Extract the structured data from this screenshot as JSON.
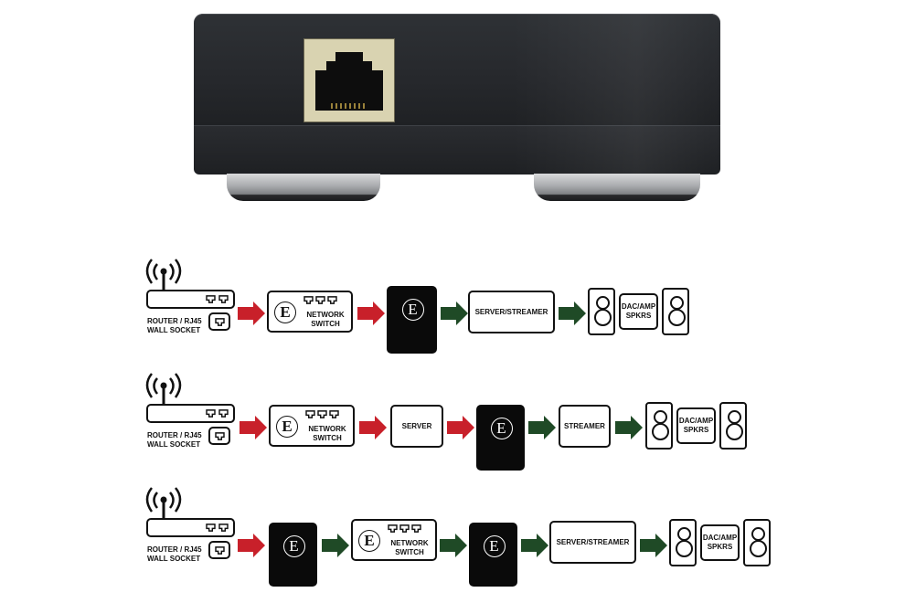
{
  "device_photo": {
    "description": "Black network isolator device with RJ45 port and two silver feet",
    "port_icon": "rj45-port-icon"
  },
  "colors": {
    "red_arrow": "#c8202a",
    "green_arrow": "#1f4a26",
    "device_black": "#0a0a0a"
  },
  "diagrams": [
    {
      "router_label_line1": "ROUTER / RJ45",
      "router_label_line2": "WALL SOCKET",
      "switch_label_line1": "NETWORK",
      "switch_label_line2": "SWITCH",
      "server_label": "SERVER/STREAMER",
      "dac_label_line1": "DAC/AMP",
      "dac_label_line2": "SPKRS",
      "logo": "E"
    },
    {
      "router_label_line1": "ROUTER / RJ45",
      "router_label_line2": "WALL SOCKET",
      "switch_label_line1": "NETWORK",
      "switch_label_line2": "SWITCH",
      "server_label": "SERVER",
      "streamer_label": "STREAMER",
      "dac_label_line1": "DAC/AMP",
      "dac_label_line2": "SPKRS",
      "logo": "E"
    },
    {
      "router_label_line1": "ROUTER / RJ45",
      "router_label_line2": "WALL SOCKET",
      "switch_label_line1": "NETWORK",
      "switch_label_line2": "SWITCH",
      "server_label": "SERVER/STREAMER",
      "dac_label_line1": "DAC/AMP",
      "dac_label_line2": "SPKRS",
      "logo": "E"
    }
  ]
}
